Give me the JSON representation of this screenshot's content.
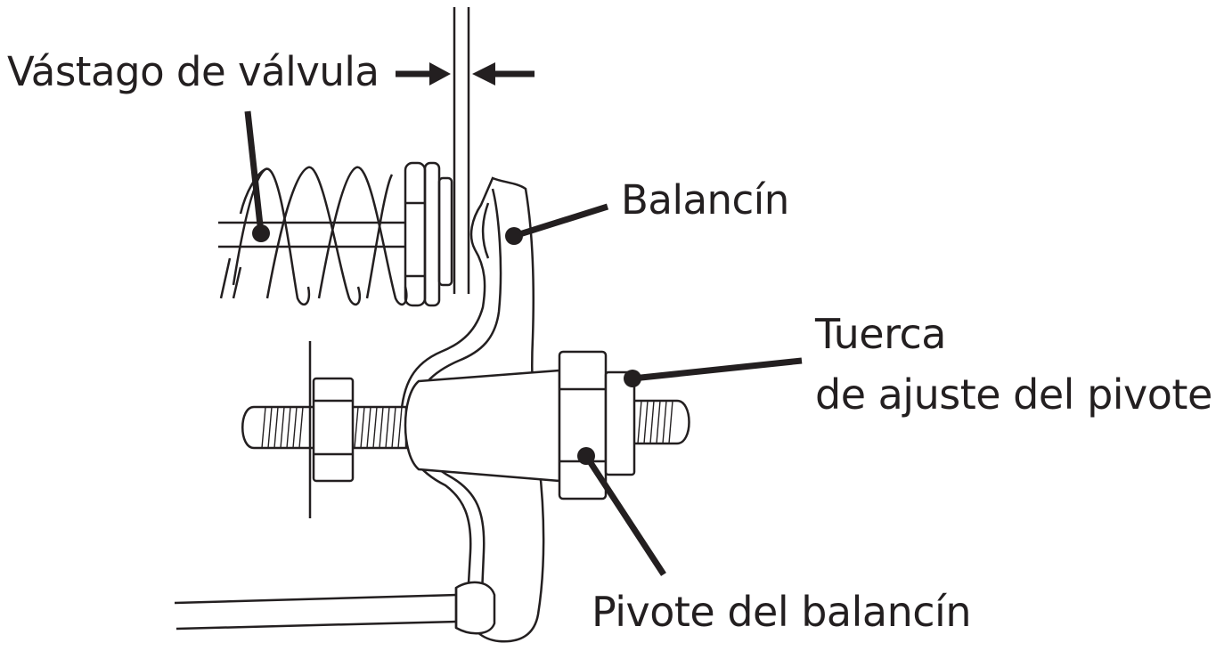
{
  "labels": {
    "valve_stem": "Vástago de válvula",
    "rocker_arm": "Balancín",
    "pivot_nut_line1": "Tuerca",
    "pivot_nut_line2": "de ajuste del pivote",
    "rocker_pivot": "Pivote del balancín"
  },
  "colors": {
    "ink": "#231f20",
    "background": "#ffffff"
  }
}
